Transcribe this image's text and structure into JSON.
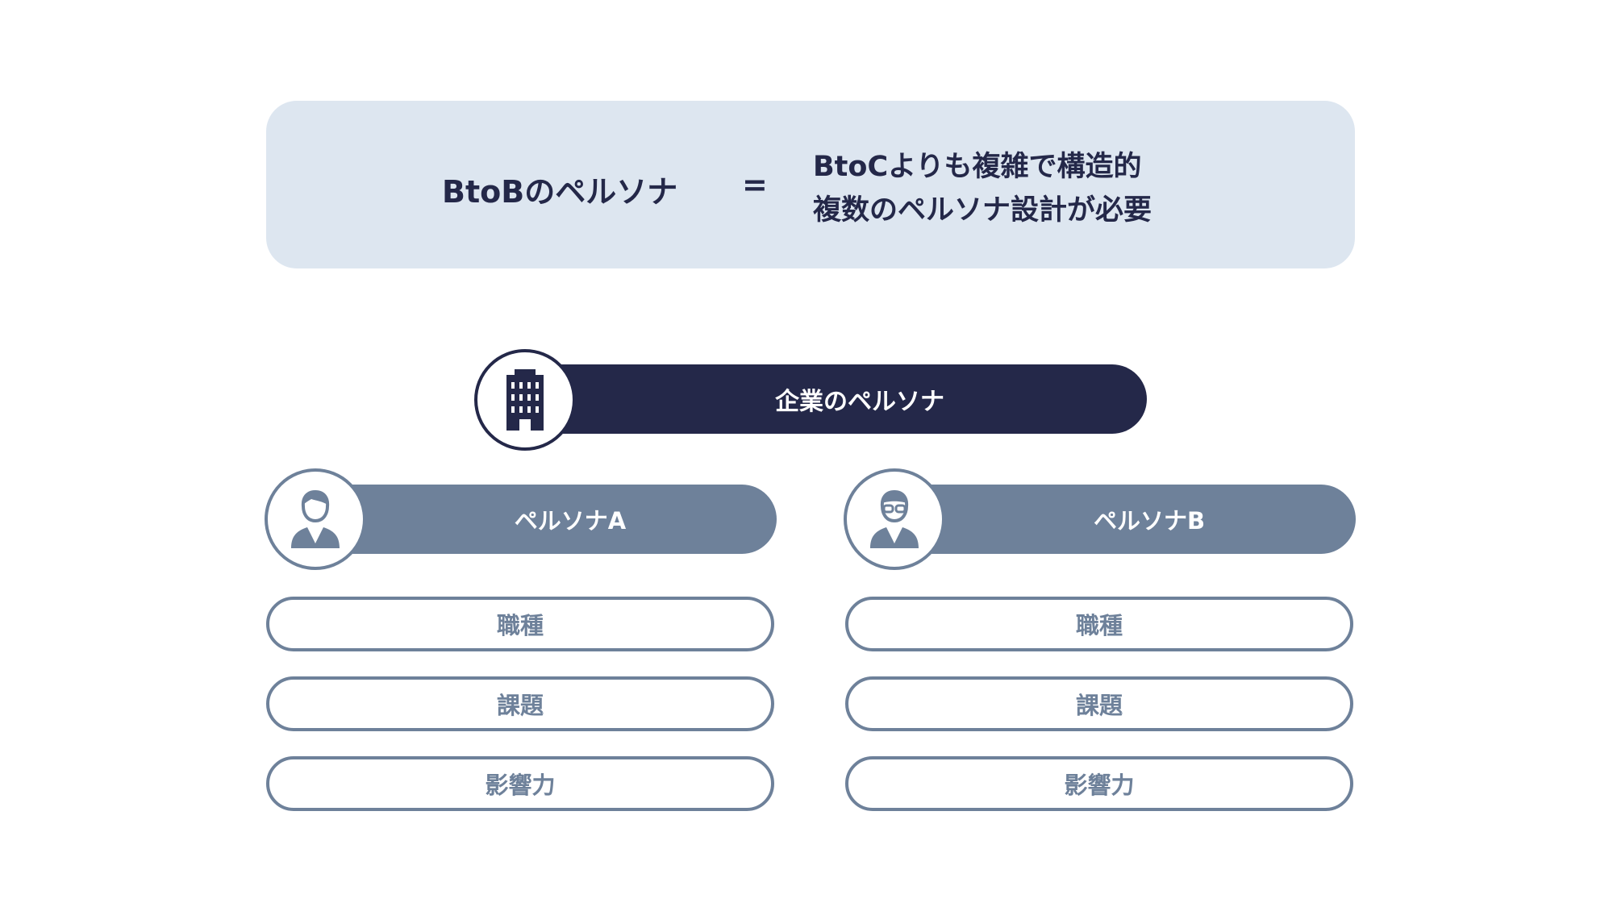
{
  "summary": {
    "left": "BtoBのペルソナ",
    "equals": "=",
    "right_line1": "BtoCよりも複雑で構造的",
    "right_line2": "複数のペルソナ設計が必要"
  },
  "company": {
    "label": "企業のペルソナ",
    "icon": "building-icon",
    "color": "#242849"
  },
  "personas": [
    {
      "label": "ペルソナA",
      "icon": "businessman-icon",
      "color": "#6e819a",
      "attributes": [
        "職種",
        "課題",
        "影響力"
      ]
    },
    {
      "label": "ペルソナB",
      "icon": "businessman-glasses-icon",
      "color": "#6e819a",
      "attributes": [
        "職種",
        "課題",
        "影響力"
      ]
    }
  ]
}
